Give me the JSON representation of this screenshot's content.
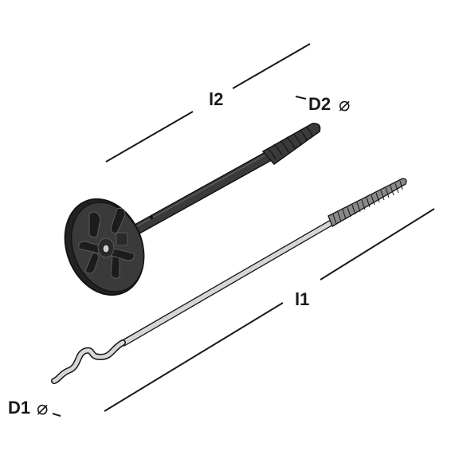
{
  "labels": {
    "l2": "l2",
    "d2": "D2",
    "l1": "l1",
    "d1": "D1",
    "diameter_symbol": "⌀"
  },
  "colors": {
    "line": "#1a1a1a",
    "anchor_body": "#3a3a3a",
    "anchor_dark": "#222222",
    "anchor_highlight": "#5c5c5c",
    "rod_light": "#d6d6d6",
    "rod_dark": "#8a8a8a",
    "outline": "#141414"
  }
}
